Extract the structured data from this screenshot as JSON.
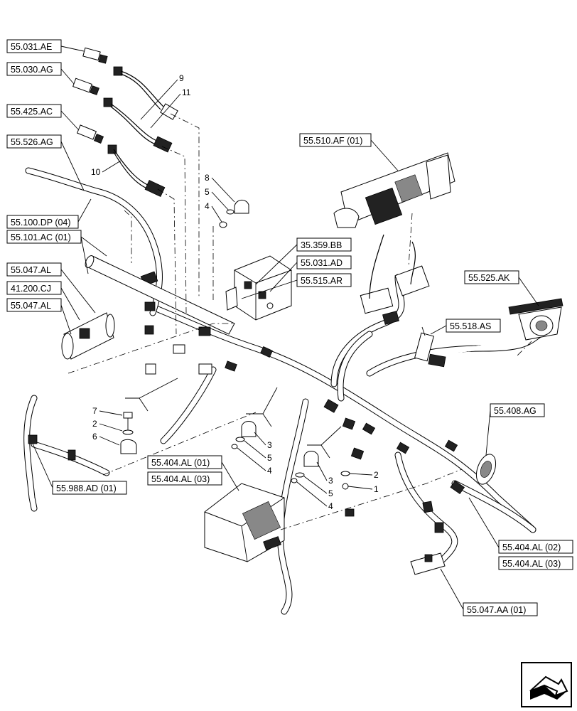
{
  "references": [
    "55.031.AE",
    "55.030.AG",
    "55.425.AC",
    "55.526.AG",
    "55.100.DP (04)",
    "55.101.AC (01)",
    "55.047.AL",
    "41.200.CJ",
    "55.047.AL",
    "35.359.BB",
    "55.031.AD",
    "55.515.AR",
    "55.510.AF (01)",
    "55.525.AK",
    "55.518.AS",
    "55.408.AG",
    "55.404.AL (01)",
    "55.404.AL (03)",
    "55.988.AD (01)",
    "55.404.AL (02)",
    "55.404.AL (03)",
    "55.047.AA (01)"
  ],
  "callouts": [
    "9",
    "11",
    "10",
    "8",
    "5",
    "4",
    "7",
    "2",
    "6",
    "3",
    "5",
    "4",
    "3",
    "5",
    "4",
    "2",
    "1"
  ],
  "icons": {
    "navigation": "next-page-arrow-icon"
  }
}
